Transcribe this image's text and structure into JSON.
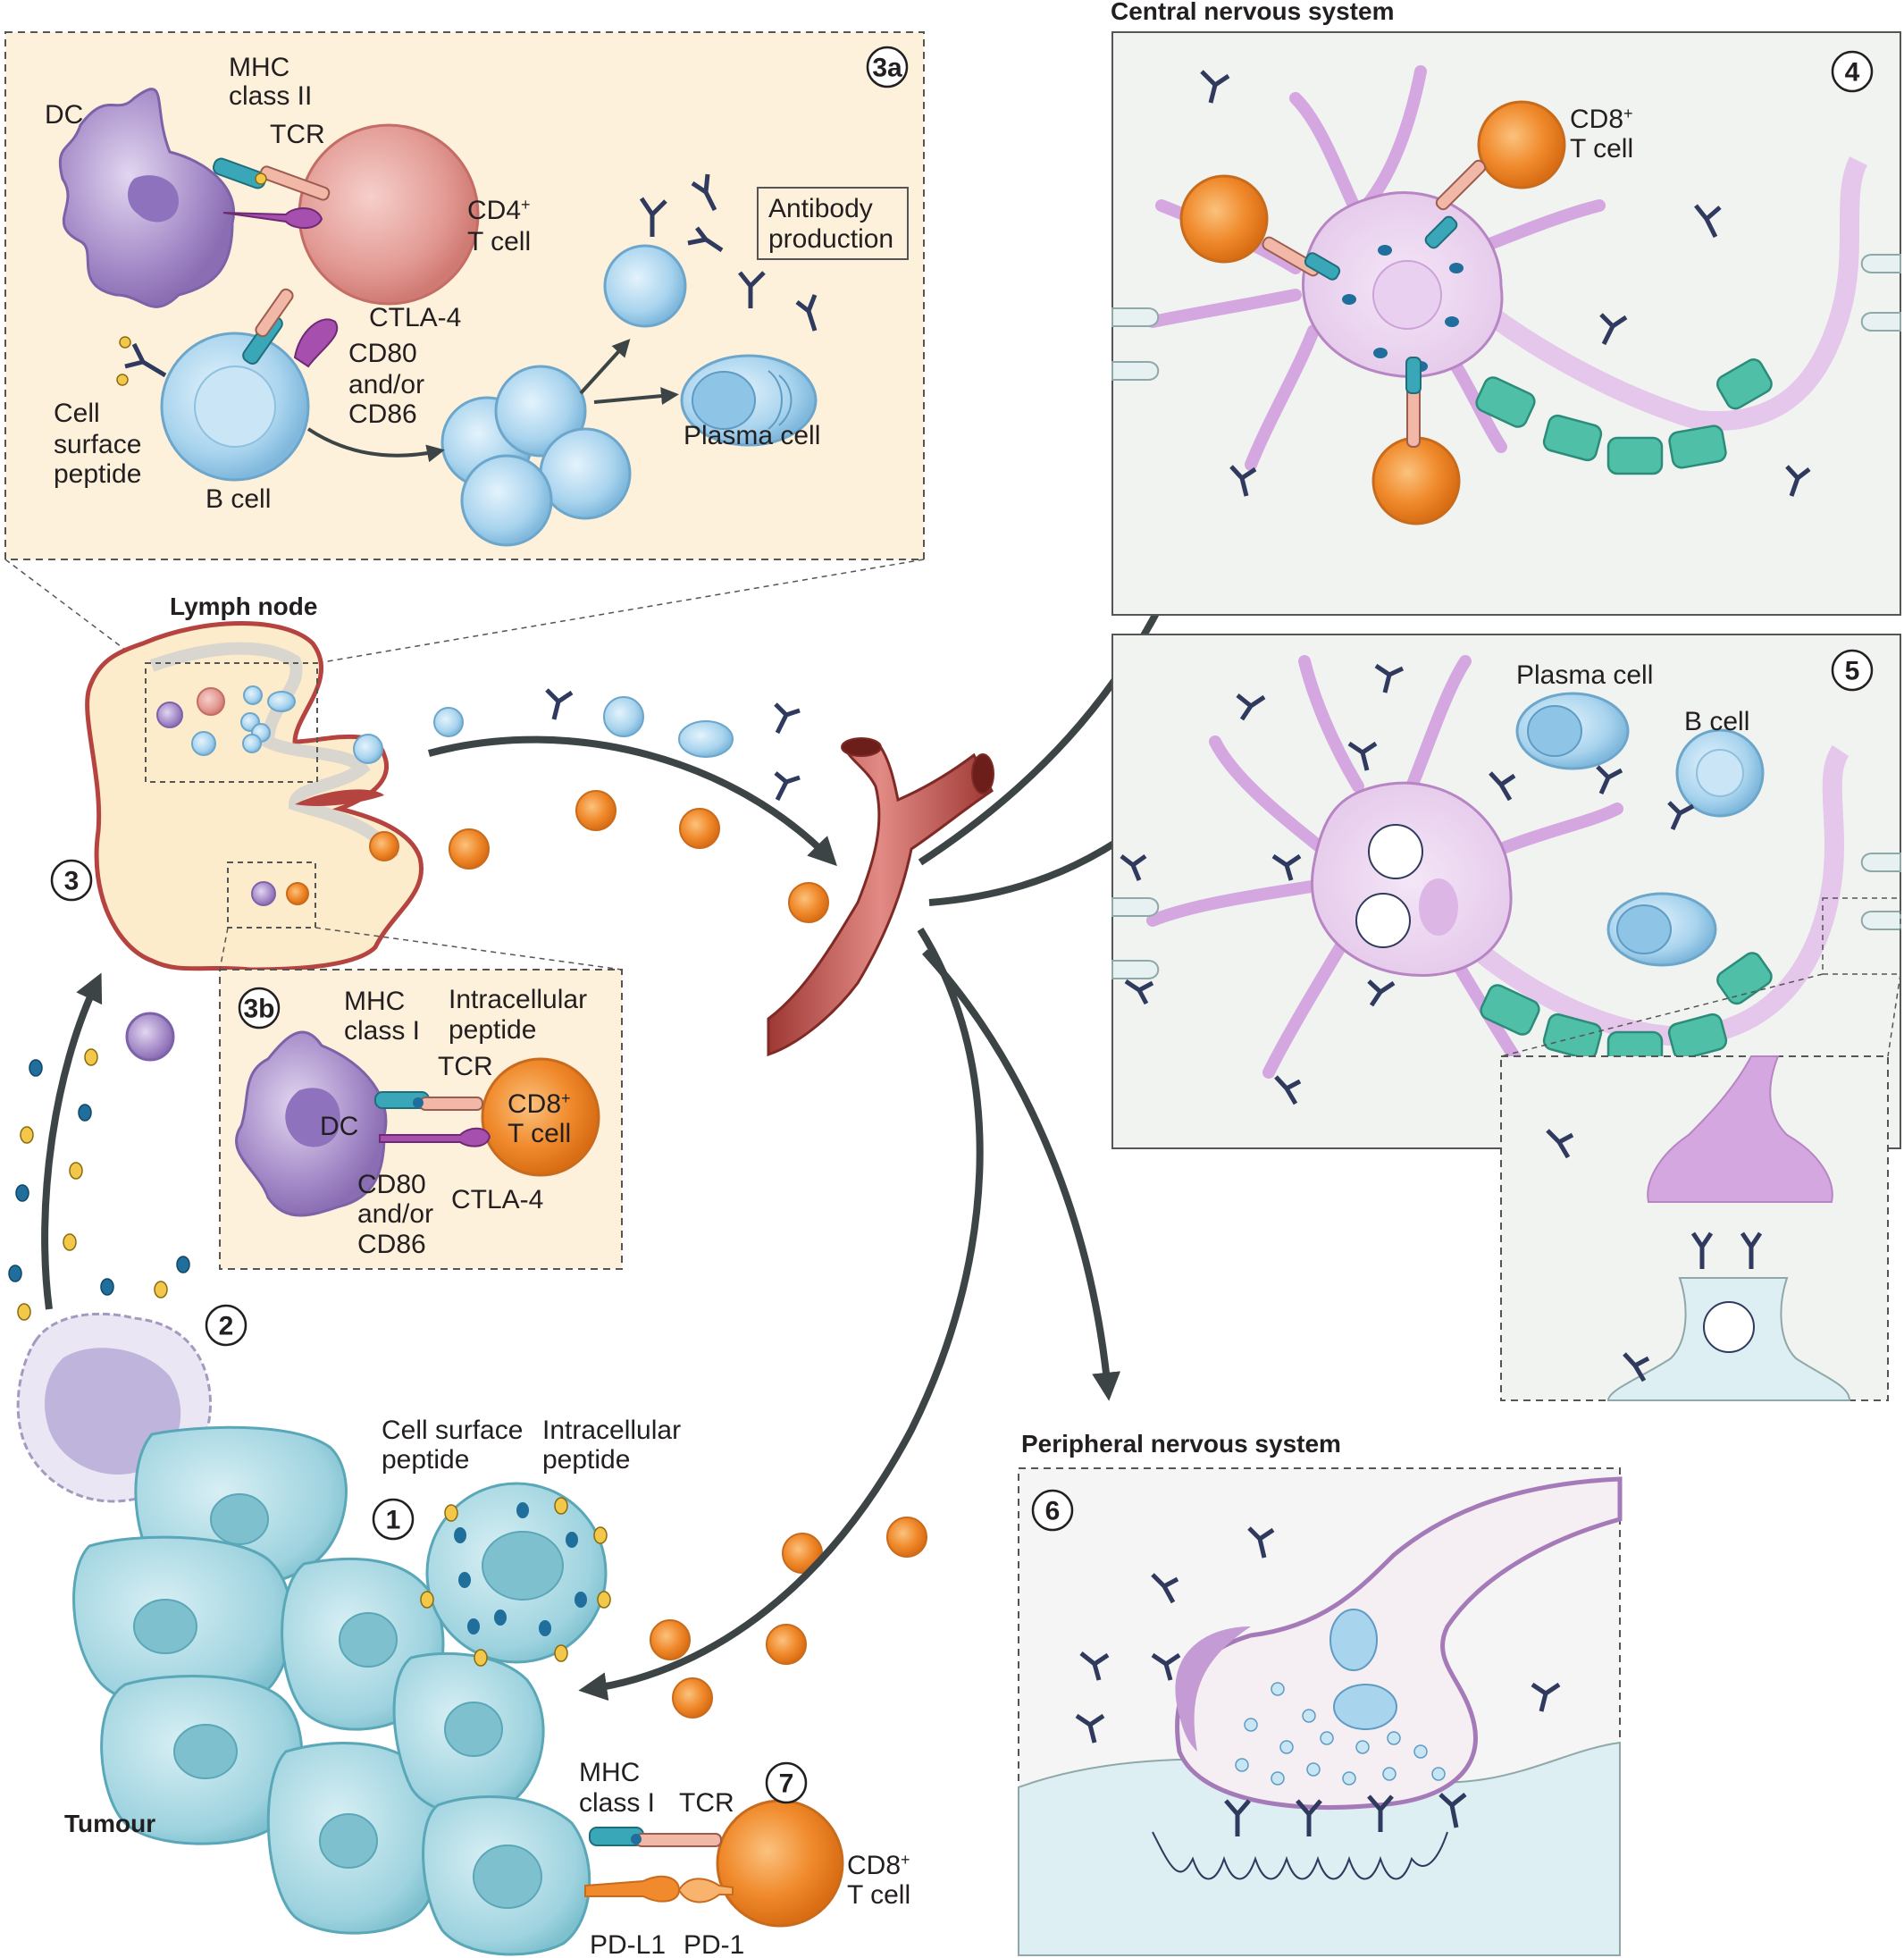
{
  "titles": {
    "cns": "Central nervous system",
    "lymph_node": "Lymph node",
    "pns": "Peripheral nervous system",
    "tumour": "Tumour"
  },
  "steps": {
    "s1": "1",
    "s2": "2",
    "s3": "3",
    "s3a": "3a",
    "s3b": "3b",
    "s4": "4",
    "s5": "5",
    "s6": "6",
    "s7": "7"
  },
  "panel_3a": {
    "dc": "DC",
    "mhc_line1": "MHC",
    "mhc_line2": "class II",
    "tcr": "TCR",
    "cd4_line1": "CD4",
    "cd4_sup": "+",
    "cd4_line2": "T cell",
    "ctla4": "CTLA-4",
    "cd80_line1": "CD80",
    "cd80_line2": "and/or",
    "cd80_line3": "CD86",
    "peptide_line1": "Cell",
    "peptide_line2": "surface",
    "peptide_line3": "peptide",
    "b_cell": "B cell",
    "antibody_line1": "Antibody",
    "antibody_line2": "production",
    "plasma_cell": "Plasma cell"
  },
  "panel_3b": {
    "mhc_line1": "MHC",
    "mhc_line2": "class I",
    "intra_line1": "Intracellular",
    "intra_line2": "peptide",
    "tcr": "TCR",
    "dc": "DC",
    "cd8_line1": "CD8",
    "cd8_sup": "+",
    "cd8_line2": "T cell",
    "cd80_line1": "CD80",
    "cd80_line2": "and/or",
    "cd80_line3": "CD86",
    "ctla4": "CTLA-4"
  },
  "panel_4": {
    "cd8_line1": "CD8",
    "cd8_sup": "+",
    "cd8_line2": "T cell"
  },
  "panel_5": {
    "plasma_cell": "Plasma cell",
    "b_cell": "B cell"
  },
  "tumour_labels": {
    "surface_line1": "Cell surface",
    "surface_line2": "peptide",
    "intra_line1": "Intracellular",
    "intra_line2": "peptide",
    "mhc_line1": "MHC",
    "mhc_line2": "class I",
    "tcr": "TCR",
    "cd8_line1": "CD8",
    "cd8_sup": "+",
    "cd8_line2": "T cell",
    "pdl1": "PD-L1",
    "pd1": "PD-1"
  },
  "colors": {
    "panel_bg": "#fdf1dc",
    "tcell_orange": "#f08a2c",
    "bcell_blue": "#a9d4ee",
    "dc_purple": "#a58bc8",
    "neuron_pink": "#e4c7ea",
    "myelin_green": "#4fbfa8",
    "vessel_red": "#b5433f",
    "tumour_teal": "#9ed3df",
    "antibody_navy": "#2f3a5e",
    "arrow_dark": "#3c4446"
  }
}
